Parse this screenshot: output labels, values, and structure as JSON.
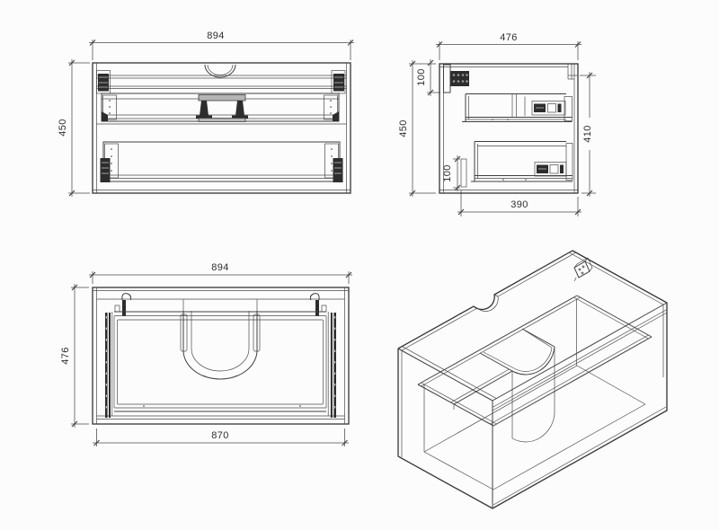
{
  "page": {
    "background": "#fcfcfc",
    "line_color": "#3f3f3f"
  },
  "drawing": {
    "front_view": {
      "width": "894",
      "height": "450"
    },
    "side_view": {
      "depth": "476",
      "height": "450",
      "hanger_offset": "100",
      "front_opening": "410",
      "bottom_offset": "100",
      "bottom_depth": "390"
    },
    "plan_view": {
      "width": "894",
      "depth": "476",
      "inner_width": "870"
    }
  }
}
